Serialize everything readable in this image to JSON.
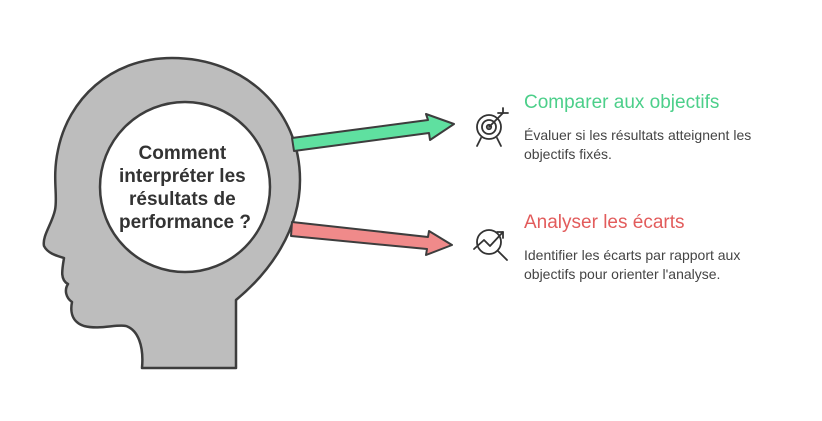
{
  "diagram": {
    "question": "Comment interpréter les résultats de performance ?",
    "colors": {
      "head_fill": "#bdbdbd",
      "head_stroke": "#3d3d3d",
      "green": "#4ccf8a",
      "green_fill": "#5fe0a0",
      "red": "#e25c5c",
      "red_fill": "#f08a8a",
      "text": "#444444"
    },
    "items": [
      {
        "title": "Comparer aux objectifs",
        "description": "Évaluer si les résultats atteignent les objectifs fixés.",
        "icon": "target-icon",
        "accent": "green"
      },
      {
        "title": "Analyser les écarts",
        "description": "Identifier les écarts par rapport aux objectifs pour orienter l'analyse.",
        "icon": "chart-magnifier-icon",
        "accent": "red"
      }
    ]
  }
}
